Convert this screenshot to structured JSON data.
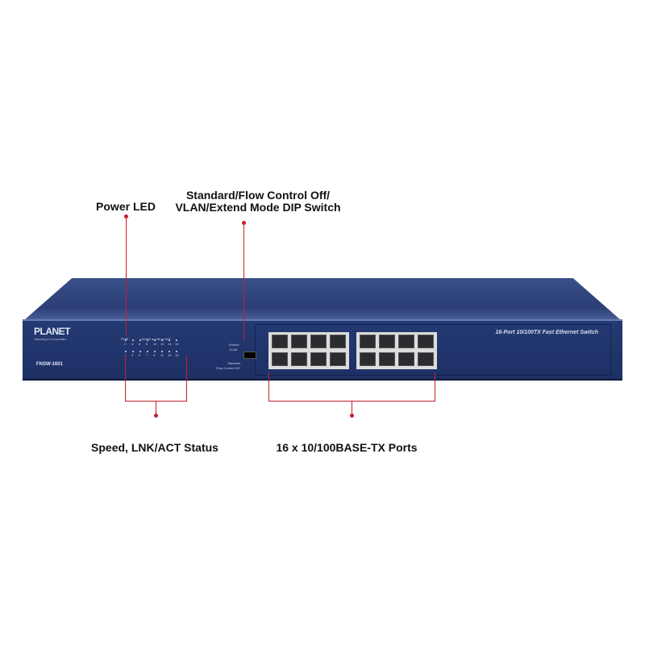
{
  "callouts": {
    "power_led": "Power LED",
    "dip_switch_line1": "Standard/Flow Control Off/",
    "dip_switch_line2": "VLAN/Extend Mode DIP Switch",
    "status": "Speed, LNK/ACT Status",
    "ports": "16 x 10/100BASE-TX Ports"
  },
  "device": {
    "brand": "PLANET",
    "brand_sub": "Networking & Communication",
    "model": "FNSW-1601",
    "tagline": "16-Port 10/100TX Fast Ethernet Switch",
    "pwr_label": "PWR",
    "led_legend": "10/100 ● LNK ● ACT",
    "dip_labels": [
      "Extend",
      "VLAN",
      "Standard",
      "Flow Control Off"
    ],
    "led_top_numbers": [
      "2",
      "4",
      "6",
      "8",
      "10",
      "12",
      "14",
      "16"
    ],
    "led_bottom_numbers": [
      "1",
      "3",
      "5",
      "7",
      "9",
      "11",
      "13",
      "15"
    ]
  },
  "colors": {
    "callout_line": "#c4202c",
    "chassis": "#1f3268"
  }
}
